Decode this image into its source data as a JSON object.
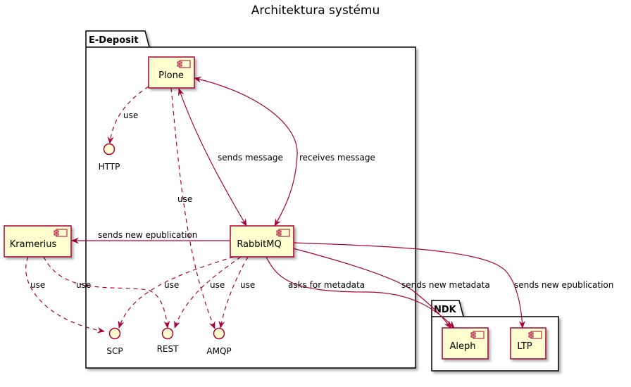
{
  "title": "Architektura systému",
  "colors": {
    "component_fill": "#FEFECE",
    "component_border": "#A80036",
    "arrow": "#A80036",
    "package_border": "#000000"
  },
  "packages": {
    "edeposit": "E-Deposit",
    "ndk": "NDK"
  },
  "components": {
    "plone": "Plone",
    "rabbitmq": "RabbitMQ",
    "kramerius": "Kramerius",
    "aleph": "Aleph",
    "ltp": "LTP"
  },
  "interfaces": {
    "http": "HTTP",
    "scp": "SCP",
    "rest": "REST",
    "amqp": "AMQP"
  },
  "edges": {
    "plone_http": "use",
    "plone_amqp": "use",
    "sends_message": "sends message",
    "receives_message": "receives message",
    "sends_new_epublication_kramerius": "sends new epublication",
    "kramerius_scp": "use",
    "kramerius_rest": "use",
    "rabbit_scp": "use",
    "rabbit_rest": "use",
    "rabbit_amqp": "use",
    "asks_for_metadata": "asks for metadata",
    "sends_new_metadata": "sends new metadata",
    "sends_new_epublication_ltp": "sends new epublication"
  }
}
